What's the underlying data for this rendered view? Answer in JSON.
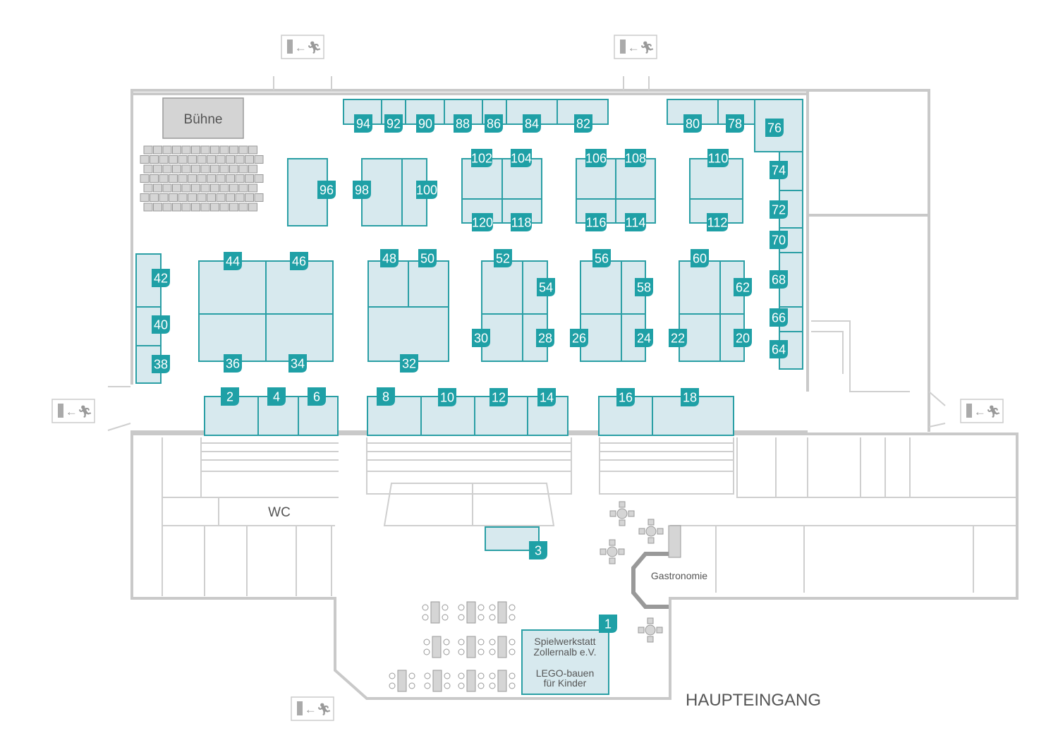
{
  "labels": {
    "stage": "Bühne",
    "wc": "WC",
    "gastro": "Gastronomie",
    "entrance": "HAUPTEINGANG",
    "booth1_line1": "Spielwerkstatt",
    "booth1_line2": "Zollernalb e.V.",
    "booth1_line3": "LEGO-bauen",
    "booth1_line4": "für Kinder"
  },
  "booths": [
    "1",
    "2",
    "3",
    "4",
    "6",
    "8",
    "10",
    "12",
    "14",
    "16",
    "18",
    "20",
    "22",
    "24",
    "26",
    "28",
    "30",
    "32",
    "34",
    "36",
    "38",
    "40",
    "42",
    "44",
    "46",
    "48",
    "50",
    "52",
    "54",
    "56",
    "58",
    "60",
    "62",
    "64",
    "66",
    "68",
    "70",
    "72",
    "74",
    "76",
    "78",
    "80",
    "82",
    "84",
    "86",
    "88",
    "90",
    "92",
    "94",
    "96",
    "98",
    "100",
    "102",
    "104",
    "106",
    "108",
    "110",
    "112",
    "114",
    "116",
    "118",
    "120"
  ],
  "icons": {
    "exit": "emergency-exit-icon"
  },
  "colors": {
    "booth_fill": "#d7e9ee",
    "booth_stroke": "#2a9fa5",
    "badge": "#1fa0a6",
    "wall": "#c9c9c9"
  }
}
